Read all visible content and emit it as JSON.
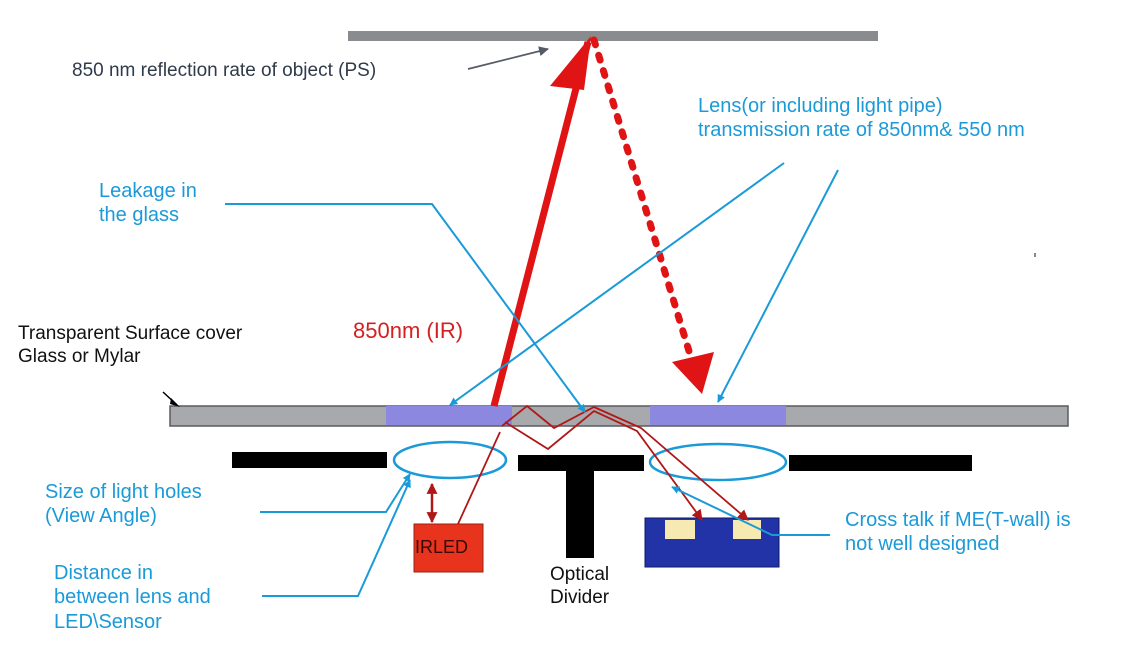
{
  "labels": {
    "object_reflection": "850 nm reflection rate of  object (PS)",
    "lens_line1": "Lens(or including light pipe)",
    "lens_line2": "transmission rate of 850nm& 550 nm",
    "leakage_line1": "Leakage in",
    "leakage_line2": "the glass",
    "cover_line1": "Transparent Surface cover",
    "cover_line2": "Glass or Mylar",
    "ir_wavelength": "850nm (IR)",
    "holes_line1": "Size of light holes",
    "holes_line2": "(View Angle)",
    "distance_line1": "Distance in",
    "distance_line2": "between lens and",
    "distance_line3": "LED\\Sensor",
    "irled": "IRLED",
    "divider_line1": "Optical",
    "divider_line2": "Divider",
    "crosstalk_line1": "Cross talk if ME(T-wall) is",
    "crosstalk_line2": "not well designed"
  },
  "colors": {
    "callout_blue": "#1a9ad8",
    "ir_red": "#e01414",
    "crosstalk_red": "#b01818",
    "glass_gray": "#a8a9ac",
    "lens_window": "#8c88e0",
    "led_body": "#e8341c",
    "sensor_body": "#2233a8",
    "sensor_pad": "#f6eab2",
    "mechanics_black": "#000000"
  },
  "icons": [
    "arrow-icon"
  ]
}
